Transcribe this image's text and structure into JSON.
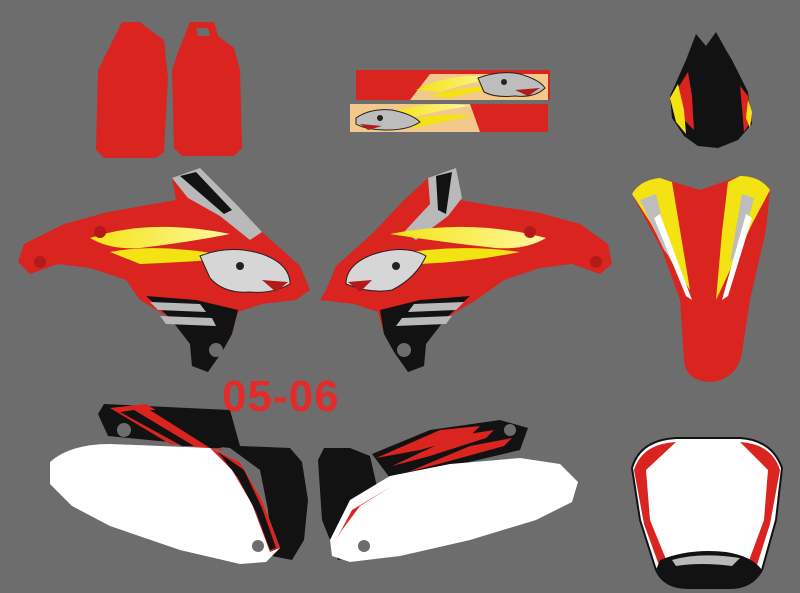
{
  "product": {
    "year_label": "05-06"
  },
  "colors": {
    "background": "#6d6d6d",
    "red": "#d9241f",
    "dark_red": "#a81515",
    "yellow": "#f4e313",
    "black": "#121212",
    "white": "#ffffff",
    "grey": "#b9b9b9",
    "skin": "#f2c98a"
  },
  "parts": [
    {
      "name": "fork-guard-decal-left"
    },
    {
      "name": "fork-guard-decal-right"
    },
    {
      "name": "swingarm-decal-top"
    },
    {
      "name": "swingarm-decal-bottom"
    },
    {
      "name": "front-number-plate-decal"
    },
    {
      "name": "front-fender-decal"
    },
    {
      "name": "radiator-shroud-decal-left"
    },
    {
      "name": "radiator-shroud-decal-right"
    },
    {
      "name": "side-number-plate-decal-left"
    },
    {
      "name": "side-number-plate-decal-right"
    },
    {
      "name": "rear-fender-decal"
    }
  ]
}
